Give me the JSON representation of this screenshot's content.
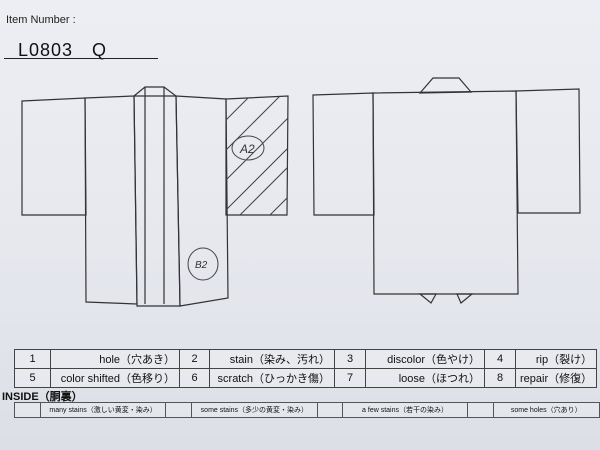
{
  "header": {
    "item_number_label": "Item Number :",
    "item_number": "L0803　Q"
  },
  "front_marks": {
    "mark_1": "A2",
    "mark_2": "B2"
  },
  "legend": [
    {
      "num": "1",
      "label": "hole（穴あき）"
    },
    {
      "num": "2",
      "label": "stain（染み、汚れ）"
    },
    {
      "num": "3",
      "label": "discolor（色やけ）"
    },
    {
      "num": "4",
      "label": "rip（裂け）"
    },
    {
      "num": "5",
      "label": "color shifted（色移り）"
    },
    {
      "num": "6",
      "label": "scratch（ひっかき傷）"
    },
    {
      "num": "7",
      "label": "loose（ほつれ）"
    },
    {
      "num": "8",
      "label": "repair（修復）"
    }
  ],
  "inside": {
    "title": "INSIDE（胴裏）",
    "options": [
      "many stains（激しい黄変・染み）",
      "some stains（多少の黄変・染み）",
      "a few stains（若干の染み）",
      "some holes（穴あり）"
    ]
  }
}
